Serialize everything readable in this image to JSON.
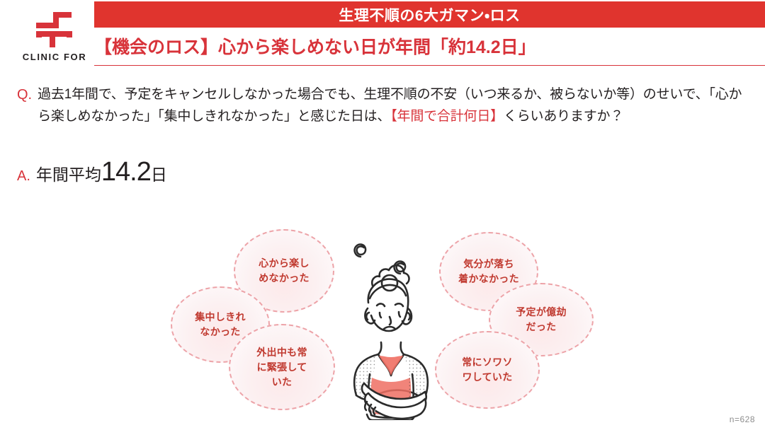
{
  "brand": {
    "logo_icon": "clinic-for-cross-logo",
    "wordmark": "CLINIC FOR"
  },
  "header": {
    "title": "生理不順の6大ガマン・ロス",
    "subtitle": "【機会のロス】心から楽しめない日が年間「約14.2日」",
    "bar_color": "#e0342e",
    "accent_color": "#d8333a"
  },
  "question": {
    "label": "Q.",
    "part1": "過去1年間で、予定をキャンセルしなかった場合でも、生理不順の不安（いつ来るか、被らないか等）のせいで、「心から楽しめなかった」「集中しきれなかった」と感じた日は、",
    "highlight": "【年間で合計何日】",
    "part2": "くらいありますか？"
  },
  "answer": {
    "label": "A.",
    "prefix": "年間平均",
    "number": "14.2",
    "unit": "日"
  },
  "illustration": {
    "character_alt": "arms-crossed-worried-woman",
    "bubbles": [
      {
        "id": "bubble-opportunity-enjoy",
        "lines": [
          "心から楽し",
          "めなかった"
        ]
      },
      {
        "id": "bubble-concentration",
        "lines": [
          "集中しきれ",
          "なかった"
        ]
      },
      {
        "id": "bubble-tension-outing",
        "lines": [
          "外出中も常",
          "に緊張して",
          "いた"
        ]
      },
      {
        "id": "bubble-mood-unsettled",
        "lines": [
          "気分が落ち",
          "着かなかった"
        ]
      },
      {
        "id": "bubble-plans-burdensome",
        "lines": [
          "予定が億劫",
          "だった"
        ]
      },
      {
        "id": "bubble-always-restless",
        "lines": [
          "常にソワソ",
          "ワしていた"
        ]
      }
    ],
    "bubble_border_color": "#eda3a8",
    "bubble_text_color": "#c0392f"
  },
  "footnote": "n=628"
}
